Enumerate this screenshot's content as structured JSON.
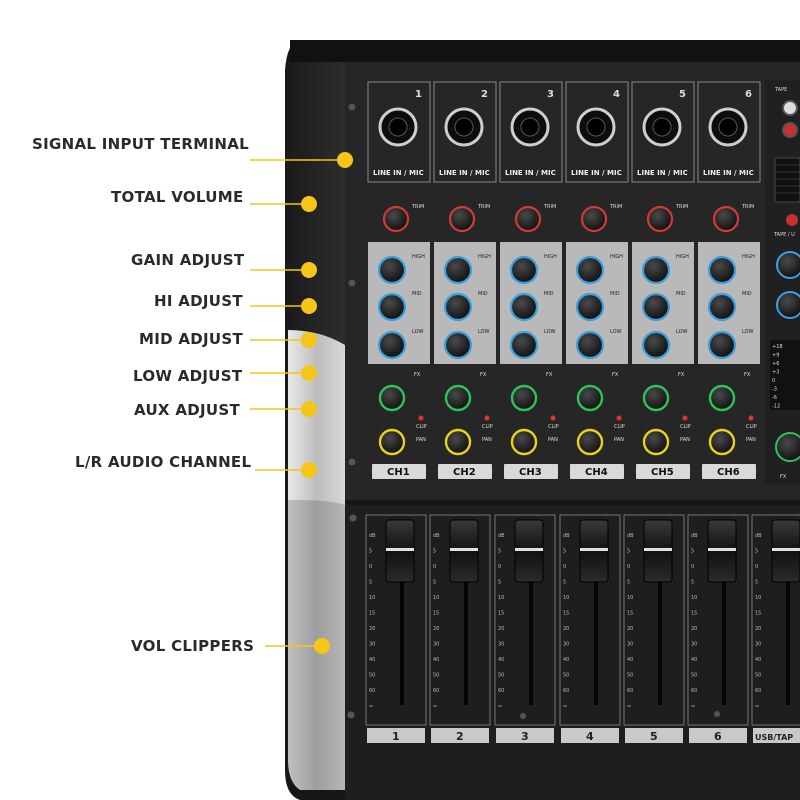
{
  "callouts": [
    {
      "id": "signal-input-terminal",
      "text": "SIGNAL INPUT TERMINAL"
    },
    {
      "id": "total-volume",
      "text": "TOTAL VOLUME"
    },
    {
      "id": "gain-adjust",
      "text": "GAIN ADJUST"
    },
    {
      "id": "hi-adjust",
      "text": "HI ADJUST"
    },
    {
      "id": "mid-adjust",
      "text": "MID ADJUST"
    },
    {
      "id": "low-adjust",
      "text": "LOW ADJUST"
    },
    {
      "id": "aux-adjust",
      "text": "AUX ADJUST"
    },
    {
      "id": "lr-audio-channel",
      "text": "L/R AUDIO CHANNEL"
    },
    {
      "id": "vol-clippers",
      "text": "VOL CLIPPERS"
    }
  ],
  "mixer": {
    "input_numbers": [
      "1",
      "2",
      "3",
      "4",
      "5",
      "6"
    ],
    "jack_label": "LINE IN / MIC",
    "trim_label": "TRIM",
    "eq_labels": {
      "high": "HIGH",
      "mid": "MID",
      "low": "LOW"
    },
    "fx_label": "FX",
    "clip_label": "CLIP",
    "pan_label": "PAN",
    "channel_labels": [
      "CH1",
      "CH2",
      "CH3",
      "CH4",
      "CH5",
      "CH6"
    ],
    "fader_numbers": [
      "1",
      "2",
      "3",
      "4",
      "5",
      "6"
    ],
    "usb_tape_label": "USB/TAP",
    "tape_label": "TAPE",
    "tape_u_label": "TAPE / U",
    "fx_right_label": "FX",
    "fader_scale": [
      "dB",
      "5",
      "0",
      "5",
      "10",
      "15",
      "20",
      "30",
      "40",
      "50",
      "60",
      "∞"
    ],
    "meter_scale": [
      "+18",
      "+9",
      "+6",
      "+3",
      "0",
      "-3",
      "-6",
      "-12"
    ],
    "accent_colors": {
      "callout_dot": "#f5c518",
      "eq_knob": "#3aa0e0",
      "fx_knob": "#2ec25a",
      "pan_knob": "#e8d21c",
      "trim_knob": "#d23a3a"
    }
  }
}
